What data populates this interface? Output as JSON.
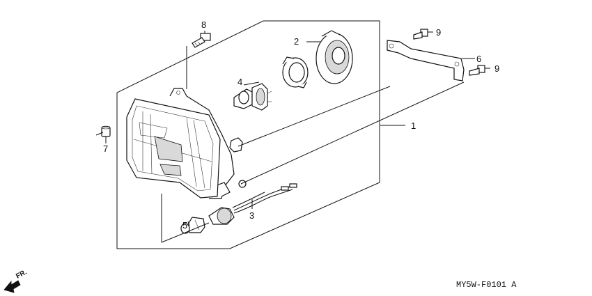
{
  "diagram": {
    "callouts": {
      "c1": "1",
      "c2": "2",
      "c3": "3",
      "c4": "4",
      "c5": "5",
      "c6": "6",
      "c7": "7",
      "c8": "8",
      "c9a": "9",
      "c9b": "9"
    },
    "direction_label": "FR.",
    "code": "MY5W-F0101 A"
  }
}
